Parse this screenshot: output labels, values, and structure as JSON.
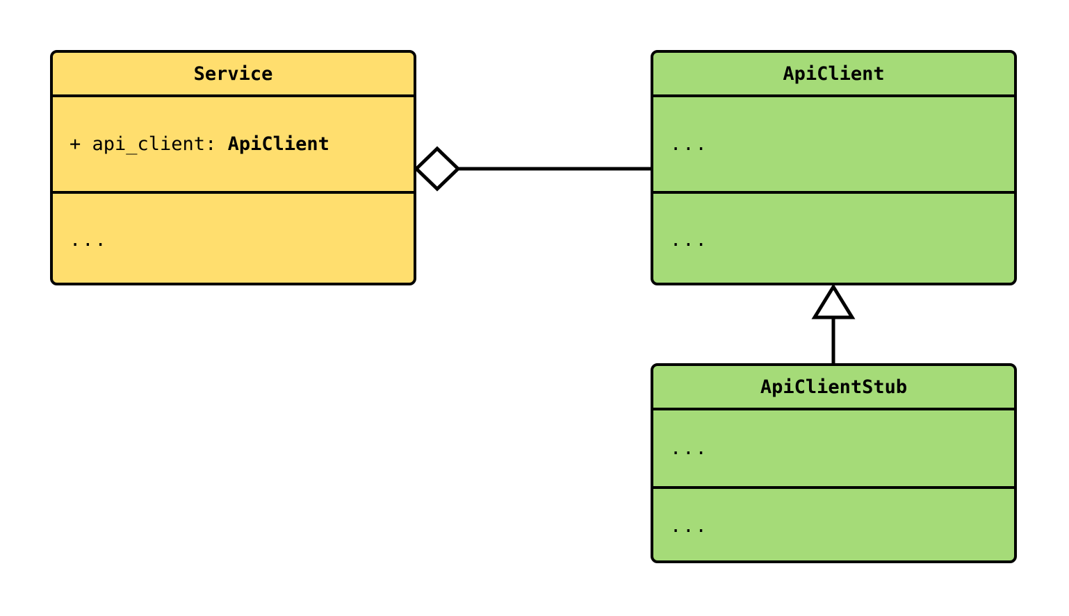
{
  "diagram": {
    "kind": "uml-class-diagram",
    "background_color": "#ffffff",
    "line_color": "#000000",
    "classes": [
      {
        "id": "service",
        "name": "Service",
        "fill_color": "#ffde6e",
        "attributes": [
          "+ api_client: ApiClient"
        ],
        "attribute_parts": {
          "prefix": "+ api_client: ",
          "type": "ApiClient"
        },
        "operations": [
          "..."
        ]
      },
      {
        "id": "apiclient",
        "name": "ApiClient",
        "fill_color": "#a5db78",
        "attributes": [
          "..."
        ],
        "operations": [
          "..."
        ]
      },
      {
        "id": "apiclientstub",
        "name": "ApiClientStub",
        "fill_color": "#a5db78",
        "attributes": [
          "..."
        ],
        "operations": [
          "..."
        ]
      }
    ],
    "relationships": [
      {
        "id": "service-aggregates-apiclient",
        "type": "aggregation",
        "marker": "hollow-diamond",
        "from": "Service",
        "to": "ApiClient",
        "label": ""
      },
      {
        "id": "apiclientstub-inherits-apiclient",
        "type": "generalization",
        "marker": "hollow-triangle",
        "from": "ApiClientStub",
        "to": "ApiClient",
        "label": ""
      }
    ]
  }
}
